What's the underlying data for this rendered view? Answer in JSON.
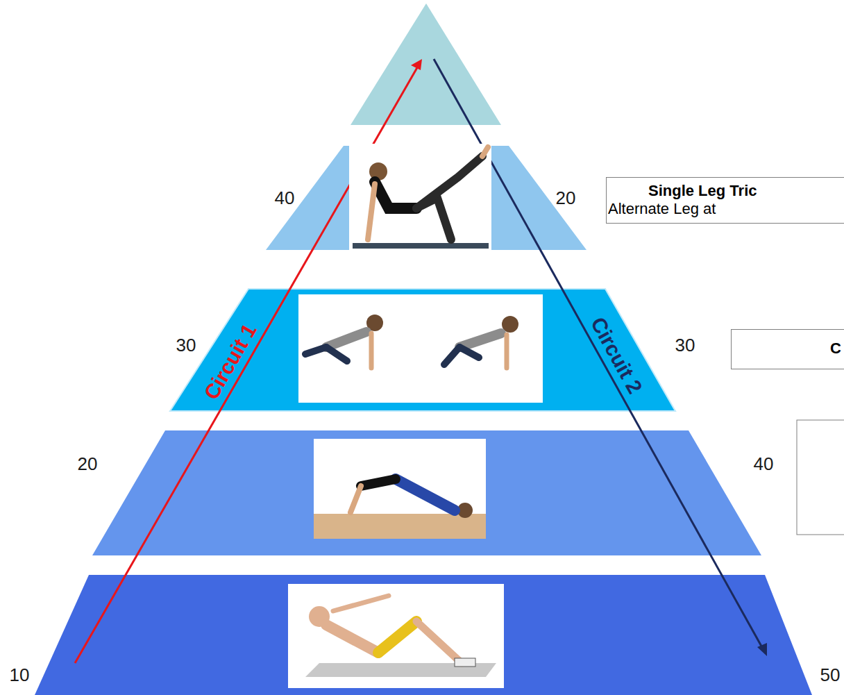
{
  "diagram": {
    "nodes": [
      {
        "text": [
          "Single Leg Tric",
          "Alternate Leg at"
        ]
      },
      {
        "text": [
          "C"
        ]
      }
    ],
    "labels": [
      "40",
      "30",
      "20",
      "10",
      "20",
      "30",
      "40",
      "50",
      "Circuit 1",
      "Circuit 2"
    ]
  }
}
